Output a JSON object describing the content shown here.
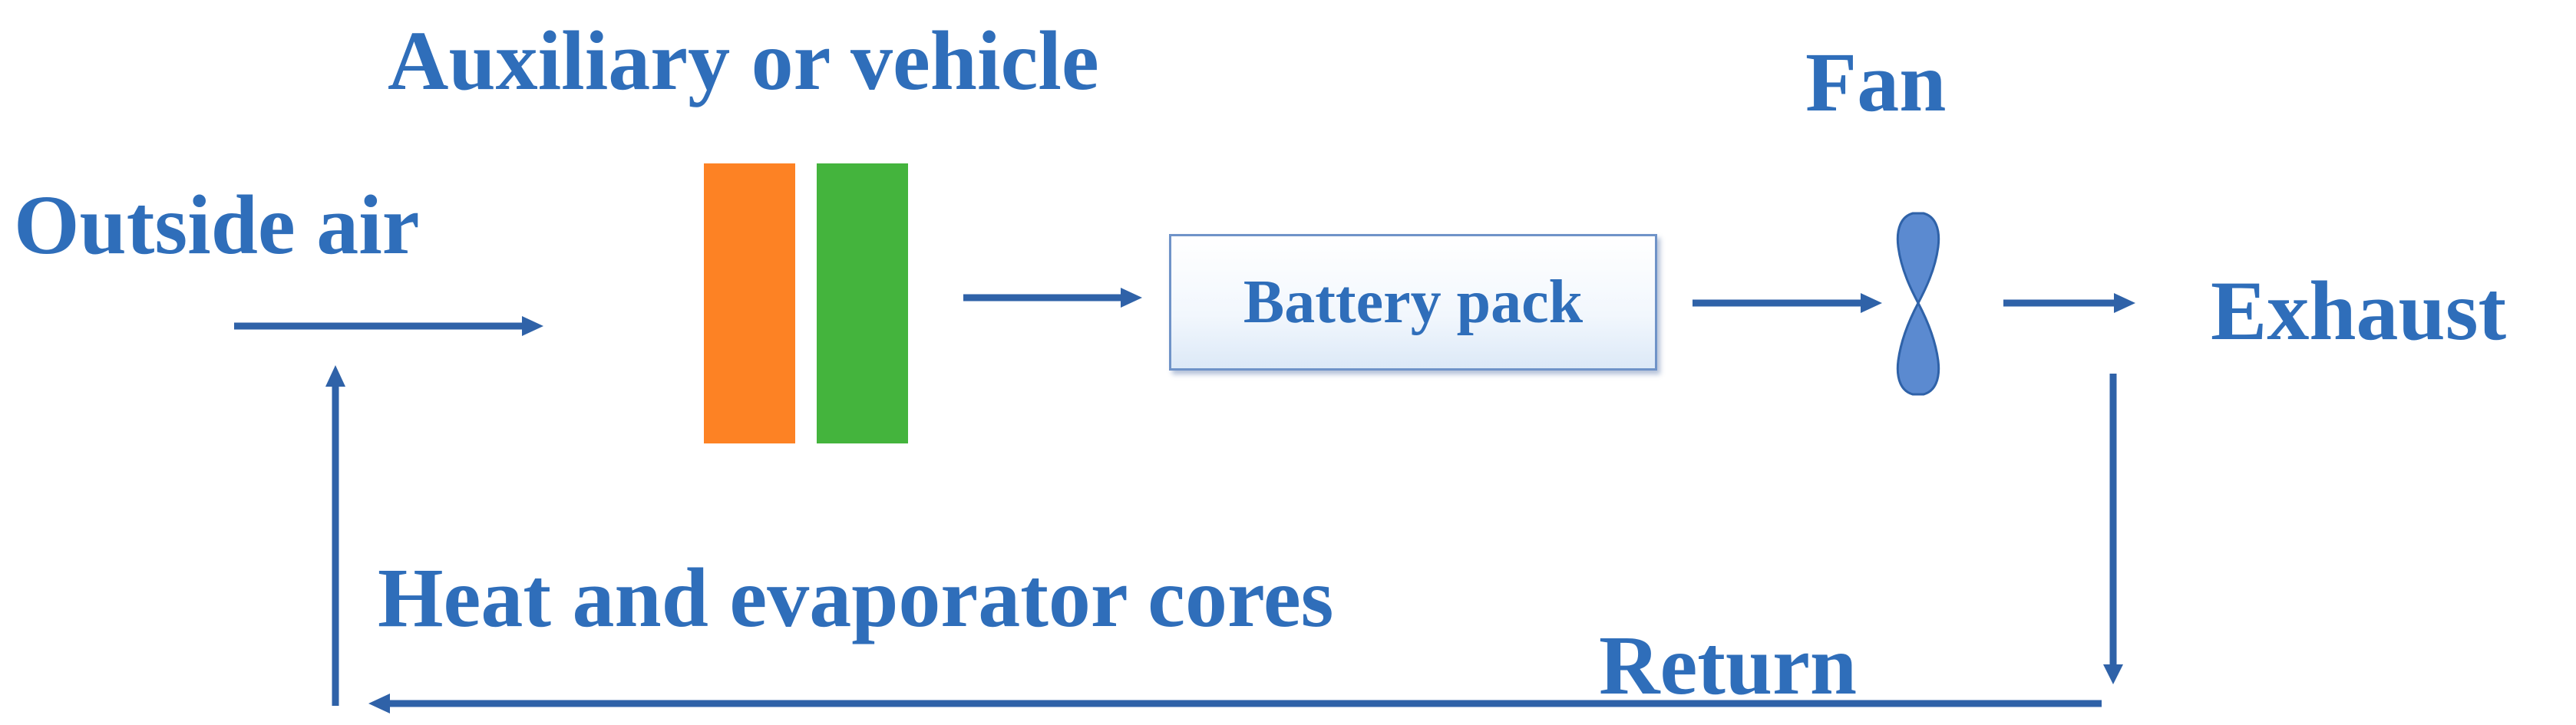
{
  "labels": {
    "outside_air": "Outside air",
    "auxiliary": "Auxiliary or vehicle",
    "fan": "Fan",
    "exhaust": "Exhaust",
    "heat_cores": "Heat and evaporator cores",
    "return": "Return"
  },
  "battery_pack": {
    "label": "Battery pack"
  },
  "colors": {
    "text": "#2f6eba",
    "arrow": "#2f62a8",
    "core_heat": "#fd8224",
    "core_evaporator": "#44b43d",
    "fan_fill": "#5b8ad0",
    "battery_border": "#6f93c8"
  }
}
